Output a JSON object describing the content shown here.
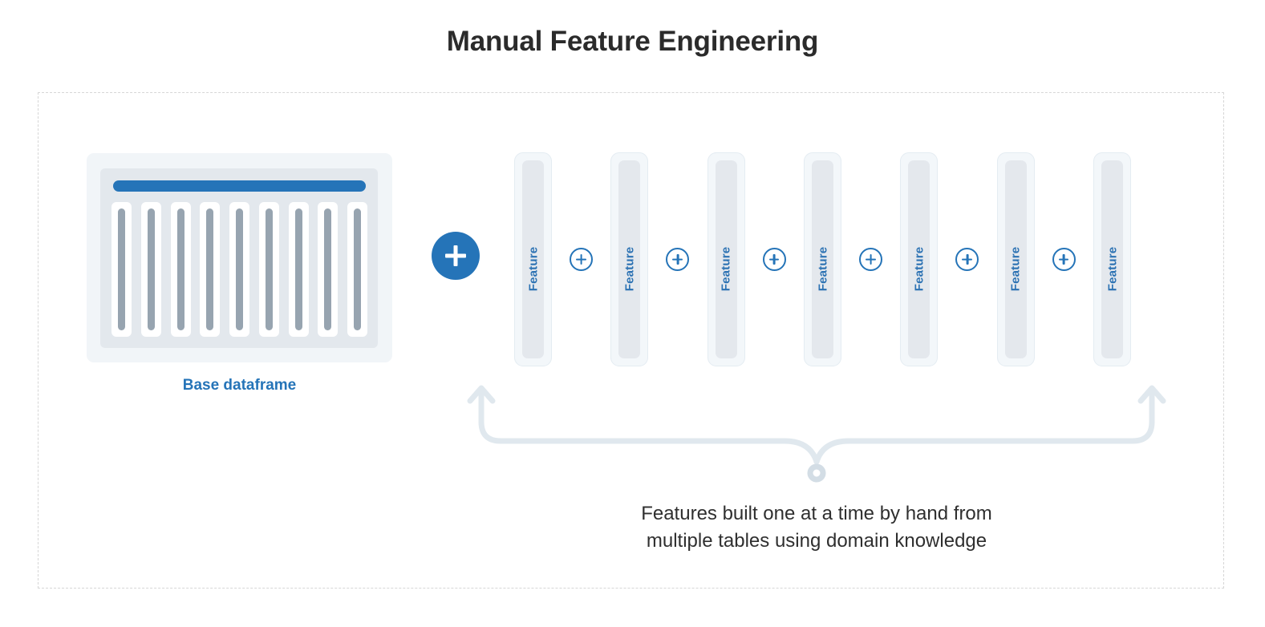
{
  "page": {
    "title": "Manual Feature Engineering",
    "background": "#ffffff"
  },
  "colors": {
    "accent_blue": "#2574b8",
    "title_text": "#2b2b2b",
    "caption_text": "#2f2f2f",
    "dataframe_outer": "#f1f5f8",
    "dataframe_inner": "#e3e8ed",
    "dataframe_column_bar": "#97a4b0",
    "feature_card": "#f3f7fa",
    "feature_card_border": "#e4ecf2",
    "feature_inner_bar": "#e4e8ed",
    "brace": "#e0e8ee",
    "dashed_border": "#d6d6d6"
  },
  "diagram": {
    "dashed_container_name": "diagram-frame",
    "base_dataframe": {
      "label": "Base dataframe",
      "header_bar_icon": "table-header-bar",
      "column_count": 9,
      "columns": [
        {
          "name": "column-1"
        },
        {
          "name": "column-2"
        },
        {
          "name": "column-3"
        },
        {
          "name": "column-4"
        },
        {
          "name": "column-5"
        },
        {
          "name": "column-6"
        },
        {
          "name": "column-7"
        },
        {
          "name": "column-8"
        },
        {
          "name": "column-9"
        }
      ]
    },
    "combine_operator": {
      "icon": "plus-icon",
      "style": "filled-circle",
      "symbol": "+"
    },
    "feature_chain": {
      "separator_icon": "plus-circle-icon",
      "separator_symbol": "+",
      "feature_count": 7,
      "features": [
        {
          "label": "Feature"
        },
        {
          "label": "Feature"
        },
        {
          "label": "Feature"
        },
        {
          "label": "Feature"
        },
        {
          "label": "Feature"
        },
        {
          "label": "Feature"
        },
        {
          "label": "Feature"
        }
      ]
    },
    "brace": {
      "icon": "curly-brace-up-arrows",
      "caption_line_1": "Features built one at a time by hand from",
      "caption_line_2": "multiple tables using domain knowledge"
    }
  }
}
